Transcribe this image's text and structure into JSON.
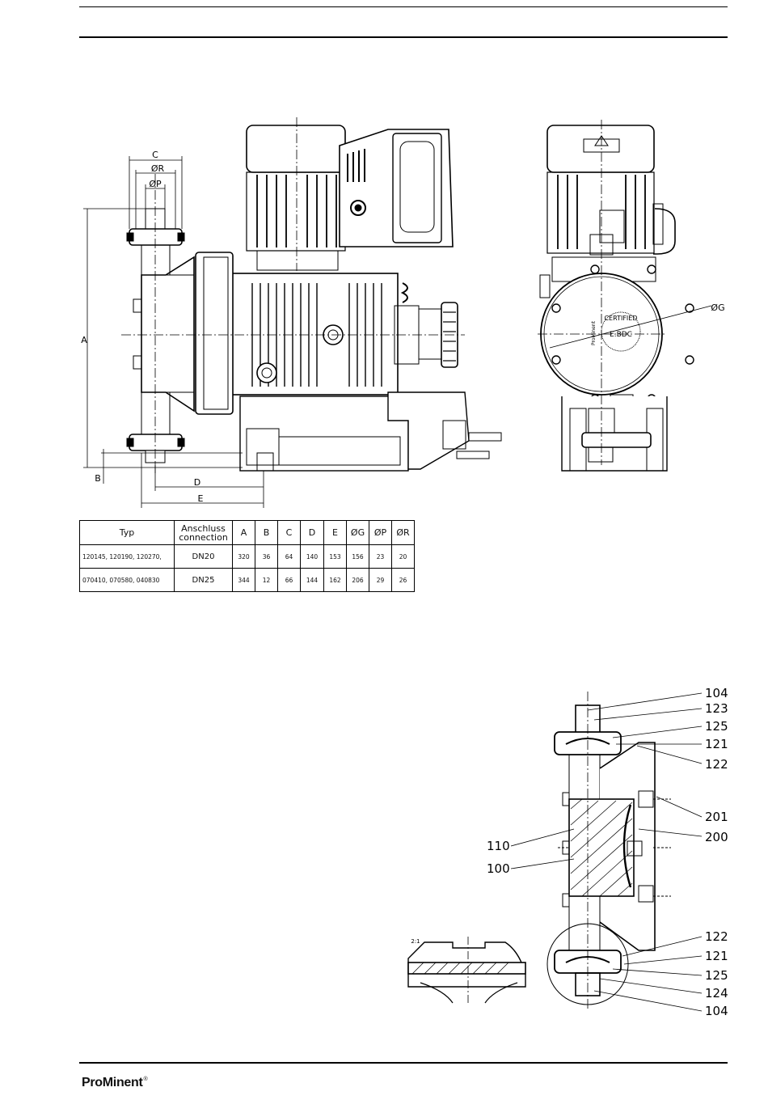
{
  "dimension_table": {
    "headers": [
      "Typ",
      "Anschluss connection",
      "A",
      "B",
      "C",
      "D",
      "E",
      "ØG",
      "ØP",
      "ØR"
    ],
    "header_line1": [
      "Typ",
      "Anschluss",
      "A",
      "B",
      "C",
      "D",
      "E",
      "ØG",
      "ØP",
      "ØR"
    ],
    "header_line2": [
      "",
      "connection",
      "",
      "",
      "",
      "",
      "",
      "",
      "",
      ""
    ],
    "rows": [
      [
        "120145, 120190, 120270,",
        "DN20",
        "320",
        "36",
        "64",
        "140",
        "153",
        "156",
        "23",
        "20"
      ],
      [
        "070410, 070580, 040830",
        "DN25",
        "344",
        "12",
        "66",
        "144",
        "162",
        "206",
        "29",
        "26"
      ]
    ]
  },
  "drawing_labels": {
    "dim_A": "A",
    "dim_B": "B",
    "dim_C": "C",
    "dim_D": "D",
    "dim_E": "E",
    "dim_R": "ØR",
    "dim_P": "ØP",
    "dim_G": "ØG",
    "plate_certified": "CERTIFIED",
    "plate_brand": "ProMinent",
    "plate_mark": "E.BDC",
    "detail_scale": "2:1"
  },
  "part_numbers": {
    "right": [
      "104",
      "123",
      "125",
      "121",
      "122",
      "201",
      "200",
      "122",
      "121",
      "125",
      "124",
      "104"
    ],
    "left": [
      "110",
      "100"
    ]
  },
  "footer": {
    "logo_pro": "Pro",
    "logo_minent": "Minent",
    "logo_mark": "®"
  }
}
